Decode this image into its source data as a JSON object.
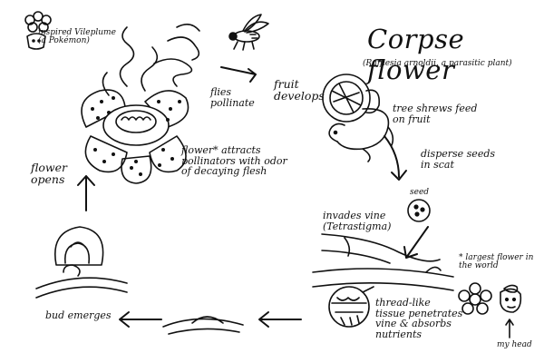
{
  "title": "Corpse flower",
  "subtitle": "(Rafflesia arnoldii, a parasitic plant)",
  "inspired_note": "inspired Vileplume\n(a Pokémon)",
  "steps": {
    "flies_pollinate": "flies\npollinate",
    "fruit_develops": "fruit\ndevelops",
    "tree_shrews": "tree shrews feed\non fruit",
    "disperse_seeds": "disperse seeds\nin scat",
    "seed": "seed",
    "invades_vine": "invades vine\n(Tetrastigma)",
    "thread_like": "thread-like\ntissue penetrates\nvine & absorbs\nnutrients",
    "bud_emerges": "bud emerges",
    "flower_opens": "flower\nopens",
    "flower_attracts": "flower* attracts\npollinators with odor\nof decaying flesh"
  },
  "footnote": "* largest flower in\nthe world",
  "my_head": "my head",
  "colors": {
    "ink": "#111111",
    "paper": "#ffffff"
  }
}
